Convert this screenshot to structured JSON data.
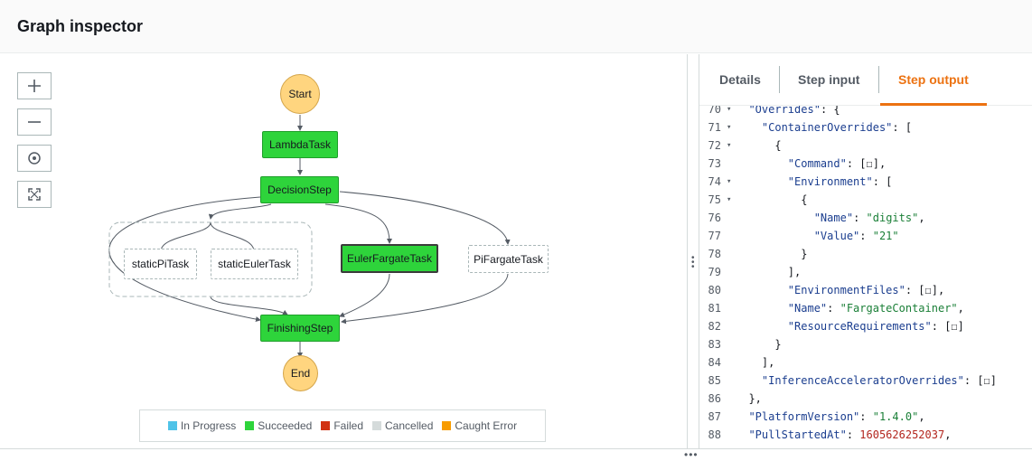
{
  "header": {
    "title": "Graph inspector"
  },
  "controls": [
    {
      "name": "zoom-in-button",
      "icon": "plus-icon"
    },
    {
      "name": "zoom-out-button",
      "icon": "minus-icon"
    },
    {
      "name": "center-button",
      "icon": "target-icon"
    },
    {
      "name": "fit-button",
      "icon": "expand-icon"
    }
  ],
  "graph": {
    "nodes": {
      "start": "Start",
      "lambda_task": "LambdaTask",
      "decision_step": "DecisionStep",
      "static_pi_task": "staticPiTask",
      "static_euler_task": "staticEulerTask",
      "euler_fargate_task": "EulerFargateTask",
      "pi_fargate_task": "PiFargateTask",
      "finishing_step": "FinishingStep",
      "end": "End"
    }
  },
  "legend": [
    {
      "label": "In Progress",
      "color": "#4fc3e8"
    },
    {
      "label": "Succeeded",
      "color": "#2ed43b"
    },
    {
      "label": "Failed",
      "color": "#d13212"
    },
    {
      "label": "Cancelled",
      "color": "#d5dbdb"
    },
    {
      "label": "Caught Error",
      "color": "#f89c00"
    }
  ],
  "tabs": [
    {
      "label": "Details",
      "active": false
    },
    {
      "label": "Step input",
      "active": false
    },
    {
      "label": "Step output",
      "active": true
    }
  ],
  "accent_color": "#ec7211",
  "code_lines": [
    {
      "n": "70",
      "fold": true,
      "text": "  \"Overrides\": {"
    },
    {
      "n": "71",
      "fold": true,
      "text": "    \"ContainerOverrides\": ["
    },
    {
      "n": "72",
      "fold": true,
      "text": "      {"
    },
    {
      "n": "73",
      "fold": false,
      "text": "        \"Command\": [☐],"
    },
    {
      "n": "74",
      "fold": true,
      "text": "        \"Environment\": ["
    },
    {
      "n": "75",
      "fold": true,
      "text": "          {"
    },
    {
      "n": "76",
      "fold": false,
      "text": "            \"Name\": \"digits\","
    },
    {
      "n": "77",
      "fold": false,
      "text": "            \"Value\": \"21\""
    },
    {
      "n": "78",
      "fold": false,
      "text": "          }"
    },
    {
      "n": "79",
      "fold": false,
      "text": "        ],"
    },
    {
      "n": "80",
      "fold": false,
      "text": "        \"EnvironmentFiles\": [☐],"
    },
    {
      "n": "81",
      "fold": false,
      "text": "        \"Name\": \"FargateContainer\","
    },
    {
      "n": "82",
      "fold": false,
      "text": "        \"ResourceRequirements\": [☐]"
    },
    {
      "n": "83",
      "fold": false,
      "text": "      }"
    },
    {
      "n": "84",
      "fold": false,
      "text": "    ],"
    },
    {
      "n": "85",
      "fold": false,
      "text": "    \"InferenceAcceleratorOverrides\": [☐]"
    },
    {
      "n": "86",
      "fold": false,
      "text": "  },"
    },
    {
      "n": "87",
      "fold": false,
      "text": "  \"PlatformVersion\": \"1.4.0\","
    },
    {
      "n": "88",
      "fold": false,
      "text": "  \"PullStartedAt\": 1605626252037,"
    }
  ]
}
